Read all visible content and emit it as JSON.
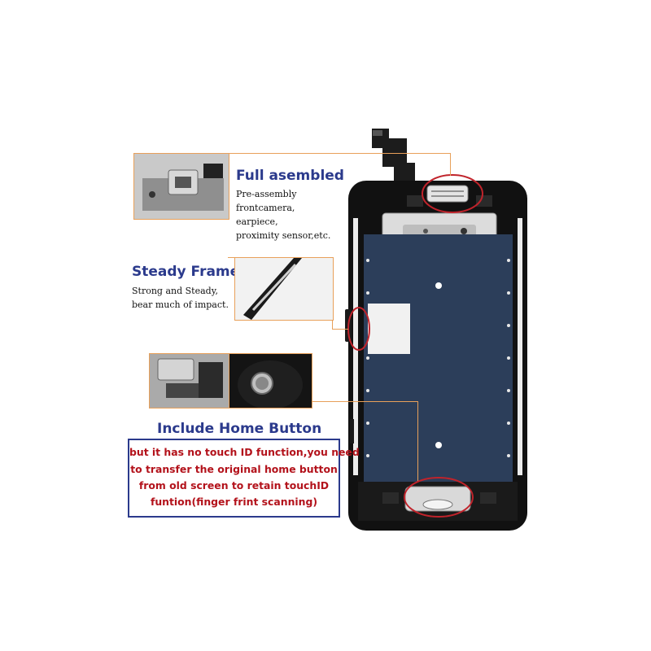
{
  "callouts": {
    "assembled": {
      "title": "Full asembled",
      "lines": [
        "Pre-assembly",
        "frontcamera,",
        "earpiece,",
        "proximity sensor,etc."
      ]
    },
    "frame": {
      "title": "Steady Frame",
      "lines": [
        "Strong and Steady,",
        "bear much of impact."
      ]
    },
    "home": {
      "title": "Include Home Button",
      "warning_lines": [
        "but it has no touch ID function,you need",
        "to transfer the original home button",
        "from old screen to retain touchID",
        "funtion(finger frint scanning)"
      ]
    }
  },
  "colors": {
    "title_blue": "#2b3a8c",
    "warning_red": "#b3121b",
    "leader_orange": "#e8a05a",
    "highlight_circle": "#c0232b",
    "shield_plate": "#2c3e5a",
    "phone_frame": "#111111"
  }
}
